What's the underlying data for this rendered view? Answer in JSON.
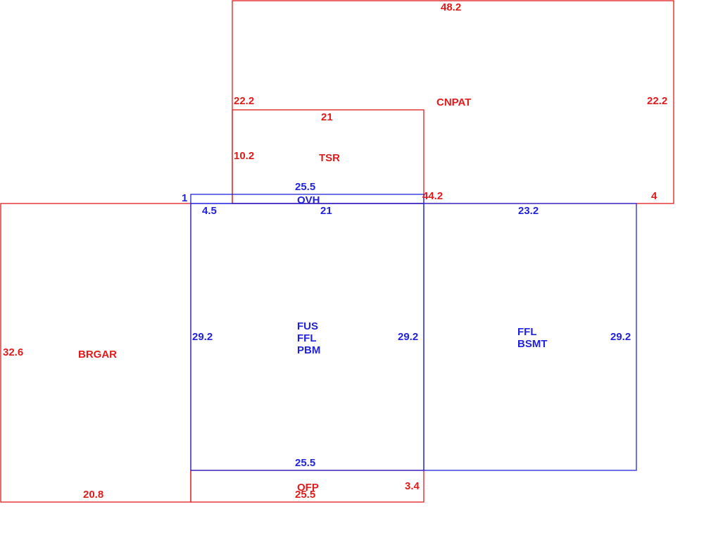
{
  "colors": {
    "red": "#e01b1b",
    "blue": "#2222dd"
  },
  "areas": {
    "cnpat": {
      "name": "CNPAT",
      "dims": {
        "top": "48.2",
        "left": "22.2",
        "right": "22.2",
        "bottom_right": "4"
      }
    },
    "tsr": {
      "name": "TSR",
      "dims": {
        "top": "21",
        "left": "10.2",
        "bottom": "21"
      }
    },
    "ovh": {
      "name": "OVH",
      "dims": {
        "top": "25.5",
        "left": "1",
        "right": "44.2",
        "left_top": "4.5"
      }
    },
    "fus": {
      "lines": [
        "FUS",
        "FFL",
        "PBM"
      ],
      "dims": {
        "left": "29.2",
        "right": "29.2",
        "bottom": "25.5"
      }
    },
    "bsmt": {
      "lines": [
        "FFL",
        "BSMT"
      ],
      "dims": {
        "top": "23.2",
        "right": "29.2"
      }
    },
    "brgar": {
      "name": "BRGAR",
      "dims": {
        "left": "32.6",
        "bottom": "20.8"
      }
    },
    "ofp": {
      "name": "OFP",
      "dims": {
        "bottom": "25.5",
        "right": "3.4"
      }
    }
  }
}
